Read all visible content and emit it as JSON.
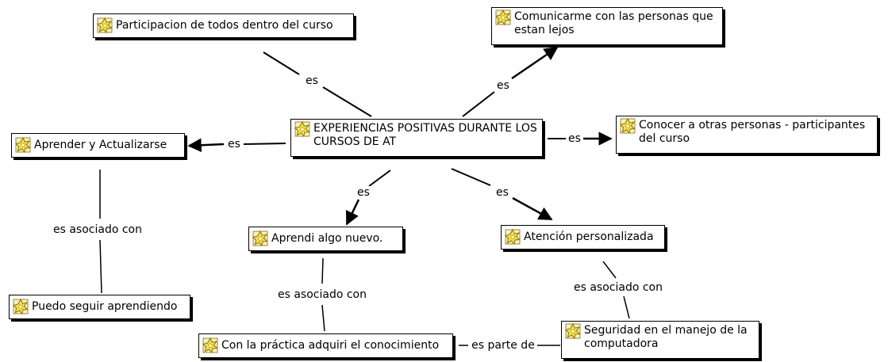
{
  "nodes": {
    "n_center": "EXPERIENCIAS POSITIVAS DURANTE LOS CURSOS DE AT",
    "n_participacion": "Participacion de todos dentro del curso",
    "n_comunicarme": "Comunicarme con las personas que estan lejos",
    "n_conocer": "Conocer a otras personas - participantes del curso",
    "n_aprender": "Aprender y Actualizarse",
    "n_aprendi": "Aprendi algo nuevo.",
    "n_atencion": "Atención personalizada",
    "n_puedo": "Puedo seguir aprendiendo",
    "n_practica": "Con la práctica adquiri el conocimiento",
    "n_seguridad": "Seguridad en el manejo de la computadora"
  },
  "links": {
    "l1": "es",
    "l2": "es",
    "l3": "es",
    "l4": "es",
    "l5": "es",
    "l6": "es",
    "l7": "es asociado con",
    "l8": "es asociado con",
    "l9": "es asociado con",
    "l10": "es parte de"
  },
  "colors": {
    "icon_fill": "#f3e24a",
    "icon_outline": "#8a6d00",
    "line": "#000000"
  }
}
